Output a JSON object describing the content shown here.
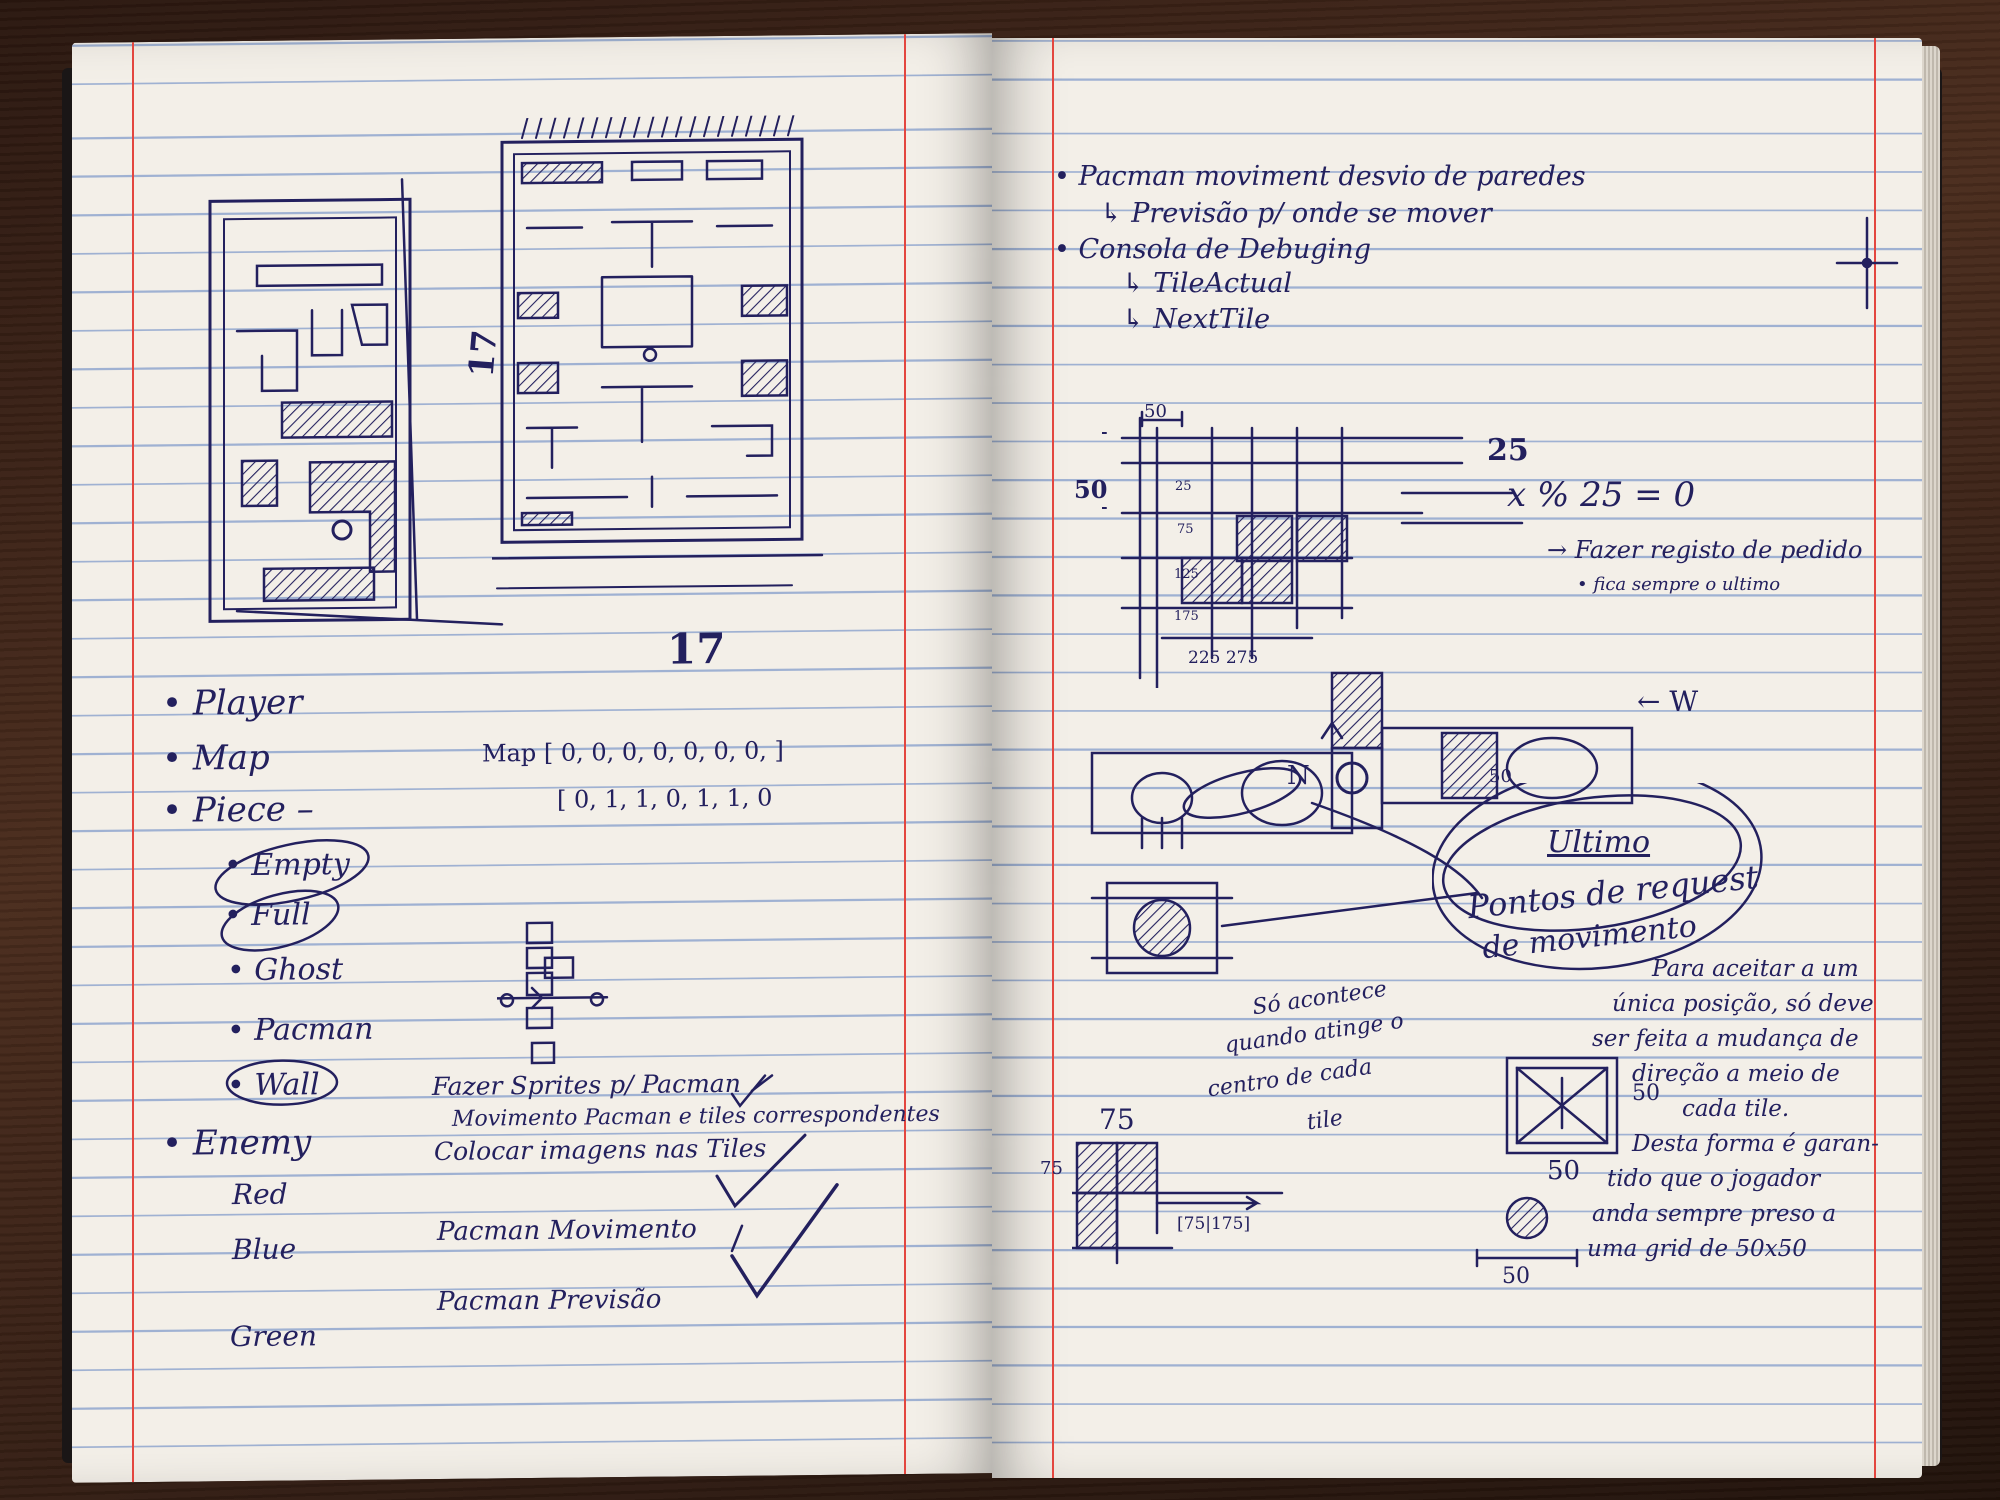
{
  "left_page": {
    "maze_label_left": "17",
    "maze_label_bottom": "17",
    "list": [
      "• Player",
      "• Map",
      "• Piece –"
    ],
    "sub_list": [
      "• Empty",
      "• Full",
      "• Ghost",
      "• Pacman",
      "• Wall"
    ],
    "enemy": {
      "title": "• Enemy",
      "items": [
        "Red",
        "Blue",
        "Green"
      ]
    },
    "map_array_1": "Map [ 0, 0, 0, 0, 0, 0, 0, ]",
    "map_array_2": "[ 0, 1, 1, 0, 1, 1, 0",
    "tasks": [
      "Fazer Sprites p/ Pacman",
      "Movimento Pacman e tiles correspondentes",
      "Colocar imagens nas Tiles",
      "Pacman Movimento",
      "Pacman Previsão"
    ]
  },
  "right_page": {
    "notes": [
      "• Pacman moviment desvio de paredes",
      "↳ Previsão p/ onde se mover",
      "• Consola de Debuging",
      "↳ TileActual",
      "↳ NextTile"
    ],
    "grid_labels": {
      "top": "50",
      "left": "50",
      "corner": "25",
      "cells": [
        "25",
        "75",
        "125",
        "175"
      ],
      "bottom": "225 275",
      "formula": "x % 25 = 0"
    },
    "request_notes": [
      "→ Fazer registo de pedido",
      "• fica sempre o ultimo"
    ],
    "dir_w": "← W",
    "dir_n": "N",
    "cell_50": "50",
    "ultimo": "Ultimo",
    "bubble": [
      "Pontos de request",
      "de movimento"
    ],
    "center_note": [
      "Só acontece",
      "quando atinge o",
      "centro de cada",
      "tile"
    ],
    "small_grid": {
      "top": "75",
      "left": "75",
      "bracket": "[75|175]"
    },
    "explanation": [
      "Para aceitar a um",
      "única posição, só deve",
      "ser feita a mudança de",
      "direção a meio de",
      "cada tile.",
      "Desta forma é garan-",
      "tido que o jogador",
      "anda sempre preso a",
      "uma grid de 50x50"
    ],
    "box_labels": [
      "50",
      "50"
    ],
    "ball_label": "50"
  }
}
